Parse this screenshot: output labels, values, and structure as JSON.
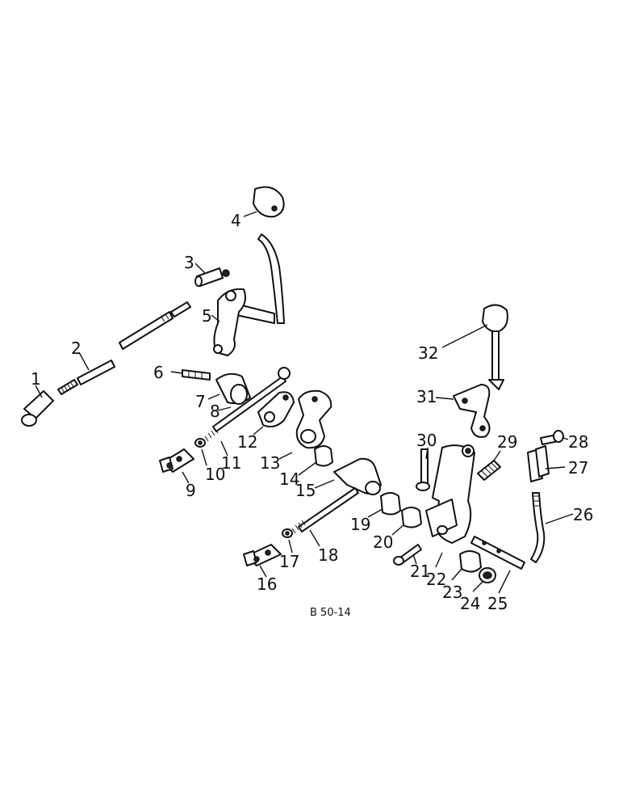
{
  "diagram": {
    "drawing_code": "B 50-14",
    "callouts": [
      "1",
      "2",
      "3",
      "4",
      "5",
      "6",
      "7",
      "8",
      "9",
      "10",
      "11",
      "12",
      "13",
      "14",
      "15",
      "16",
      "17",
      "18",
      "19",
      "20",
      "21",
      "22",
      "23",
      "24",
      "25",
      "26",
      "27",
      "28",
      "29",
      "30",
      "31",
      "32"
    ],
    "colors": {
      "ink": "#111111",
      "paper": "#ffffff"
    }
  }
}
